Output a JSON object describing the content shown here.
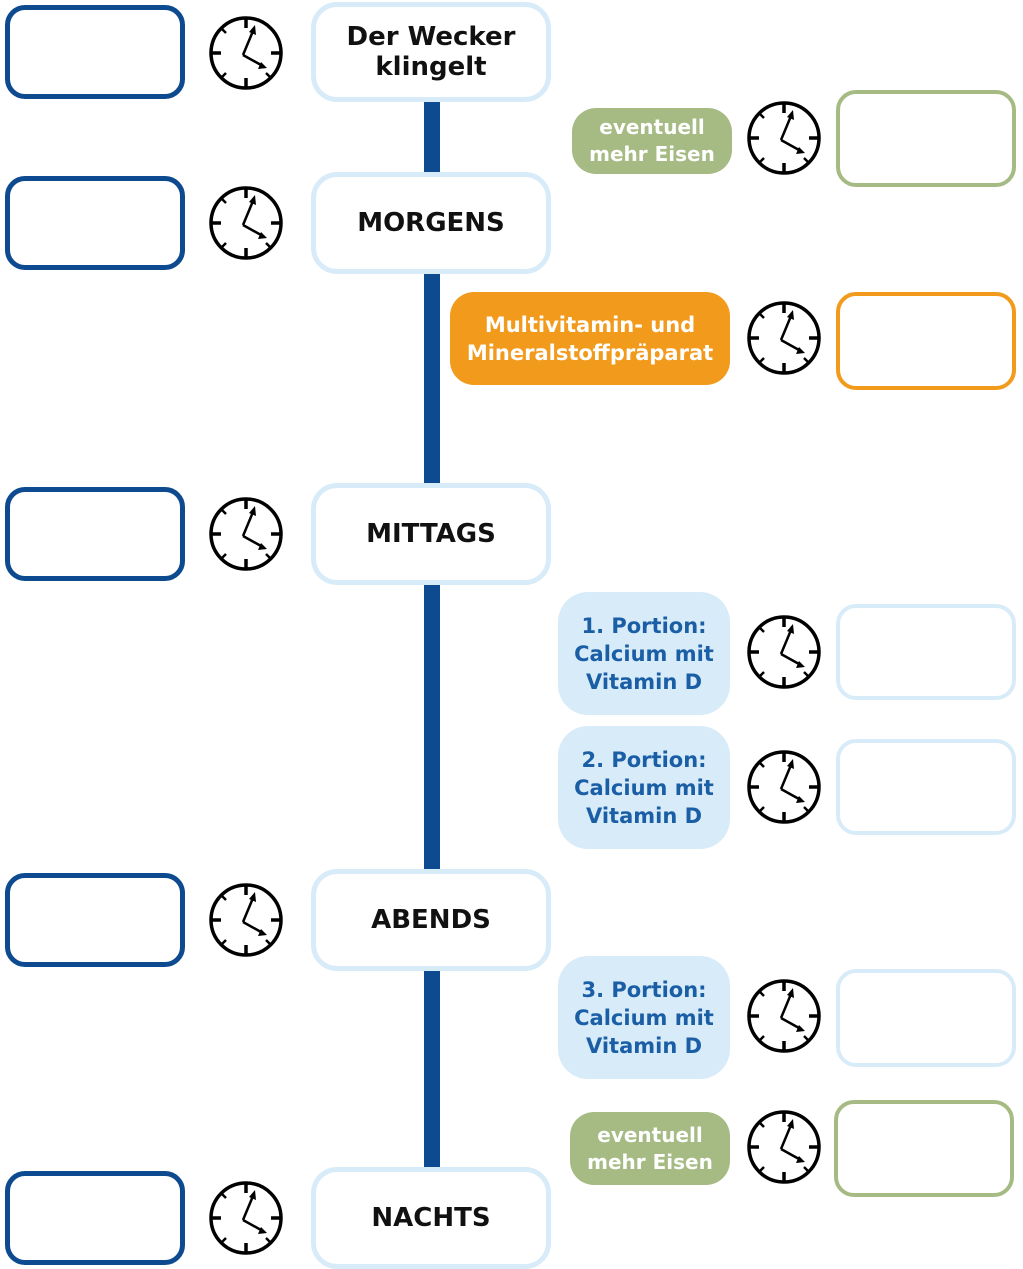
{
  "colors": {
    "line": "#0d4a8f",
    "dark_blue_border": "#0d4a8f",
    "light_blue": "#d8ebf8",
    "light_blue_text": "#1a5ea6",
    "green": "#a5bb83",
    "orange": "#f29a1c"
  },
  "icons": {
    "clock": "clock-icon"
  },
  "steps": {
    "wakeup": "Der Wecker klingelt",
    "morning": "MORGENS",
    "noon": "MITTAGS",
    "evening": "ABENDS",
    "night": "NACHTS"
  },
  "supplements": {
    "iron_1": "eventuell mehr Eisen",
    "multivitamin": "Multivitamin- und Mineralstoffpräparat",
    "calcium_1": "1. Portion: Calcium mit Vitamin D",
    "calcium_2": "2. Portion: Calcium mit Vitamin D",
    "calcium_3": "3. Portion: Calcium mit Vitamin D",
    "iron_2": "eventuell mehr Eisen"
  }
}
